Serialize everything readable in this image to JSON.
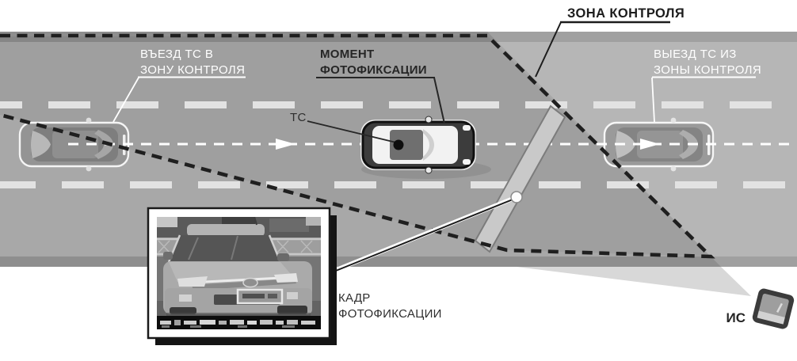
{
  "diagram": {
    "title_implicit": "Схема фотофиксации ТС в зоне контроля",
    "labels": {
      "entry_line1": "ВЪЕЗД ТС В",
      "entry_line2": "ЗОНУ КОНТРОЛЯ",
      "moment_line1": "МОМЕНТ",
      "moment_line2": "ФОТОФИКСАЦИИ",
      "zone": "ЗОНА КОНТРОЛЯ",
      "exit_line1": "ВЫЕЗД ТС ИЗ",
      "exit_line2": "ЗОНЫ КОНТРОЛЯ",
      "vehicle": "ТС",
      "frame_line1": "КАДР",
      "frame_line2": "ФОТОФИКСАЦИИ",
      "source": "ИС"
    },
    "colors": {
      "background": "#ffffff",
      "road": "#a8a8a8",
      "road_edge": "#8e8e8e",
      "lane_marking": "#e2e2e2",
      "center_line": "#ffffff",
      "zone_dash": "#1f1f1f",
      "mast": "#c9c9c9",
      "beam": "#d8d8d8",
      "camera_body": "#3b3b3b",
      "car_dark": "#3c3c3c",
      "car_gray": "#949494",
      "label_light": "#ffffff",
      "label_dark": "#262626"
    }
  }
}
